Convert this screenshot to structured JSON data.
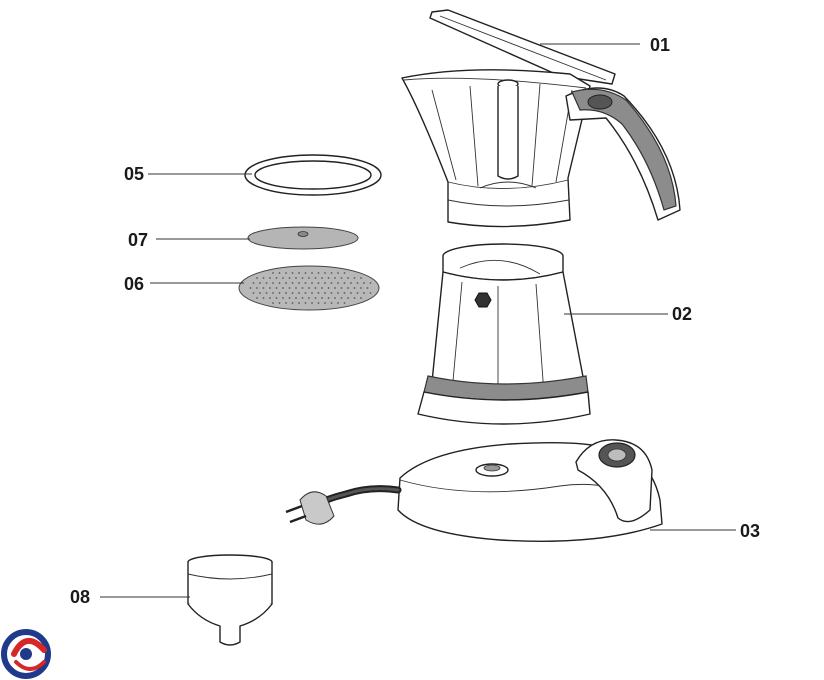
{
  "parts": [
    {
      "id": "lid",
      "label": "01"
    },
    {
      "id": "water-tank",
      "label": "02"
    },
    {
      "id": "heating-base",
      "label": "03"
    },
    {
      "id": "gasket",
      "label": "05"
    },
    {
      "id": "filter-plate-large",
      "label": "06"
    },
    {
      "id": "filter-plate-small",
      "label": "07"
    },
    {
      "id": "funnel",
      "label": "08"
    }
  ],
  "colors": {
    "line": "#222222",
    "handle": "#8c8c8c",
    "logo_blue": "#1f3a8a",
    "logo_red": "#d62828"
  },
  "logo": {
    "icon": "brand-swirl-icon"
  }
}
